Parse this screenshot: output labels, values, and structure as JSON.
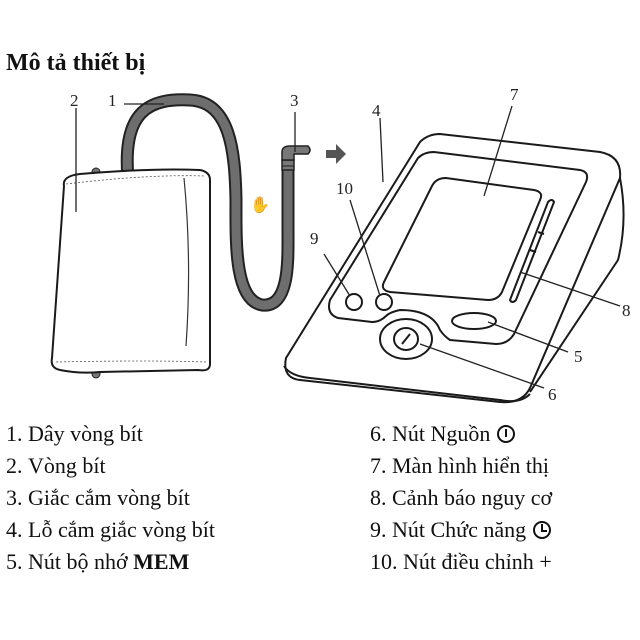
{
  "title": "Mô tả thiết bị",
  "callouts": {
    "c1": "1",
    "c2": "2",
    "c3": "3",
    "c4": "4",
    "c5": "5",
    "c6": "6",
    "c7": "7",
    "c8": "8",
    "c9": "9",
    "c10": "10"
  },
  "legend_left": [
    {
      "num": "1.",
      "text": "Dây vòng bít",
      "bold": ""
    },
    {
      "num": "2.",
      "text": "Vòng bít",
      "bold": ""
    },
    {
      "num": "3.",
      "text": "Giắc cắm vòng bít",
      "bold": ""
    },
    {
      "num": "4.",
      "text": "Lỗ cắm giắc vòng bít",
      "bold": ""
    },
    {
      "num": "5.",
      "text": "Nút bộ nhớ",
      "bold": "MEM"
    }
  ],
  "legend_right": [
    {
      "num": "6.",
      "text": "Nút Nguồn",
      "icon": "power-icon"
    },
    {
      "num": "7.",
      "text": "Màn hình hiển thị",
      "icon": ""
    },
    {
      "num": "8.",
      "text": "Cảnh báo nguy cơ",
      "icon": ""
    },
    {
      "num": "9.",
      "text": "Nút Chức năng",
      "icon": "clock-icon"
    },
    {
      "num": "10.",
      "text": "Nút điều chỉnh +",
      "icon": ""
    }
  ],
  "colors": {
    "tube": "#6e6e6e",
    "line": "#1a1a1a",
    "arrow": "#555555"
  }
}
